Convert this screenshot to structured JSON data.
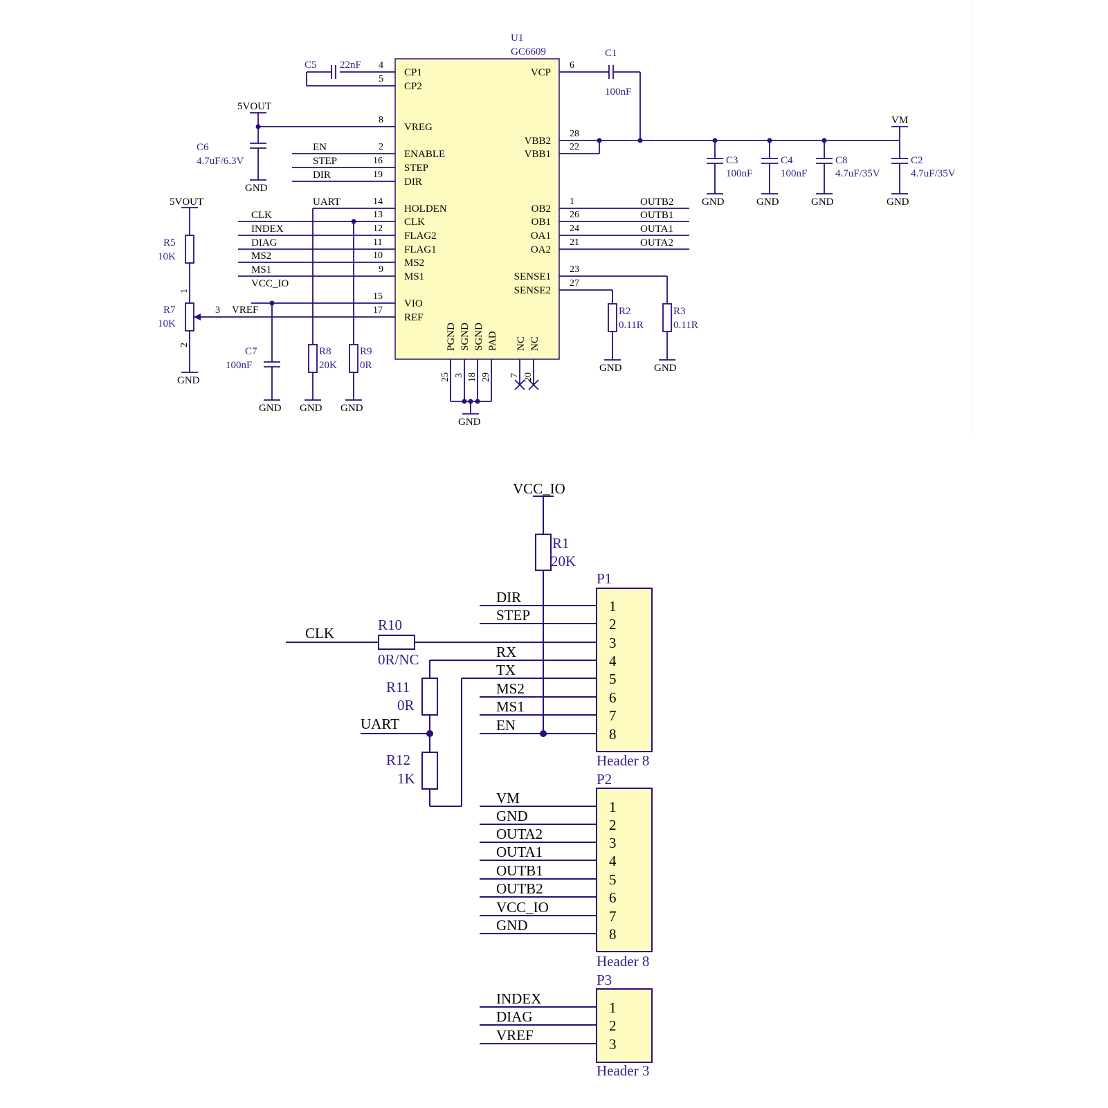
{
  "colors": {
    "wire": "#2e0d7a",
    "chip_fill": "#fdfbbf",
    "text": "#000000",
    "label": "#3a1a8a",
    "background": "#ffffff"
  },
  "u1": {
    "designator": "U1",
    "part": "GC6609",
    "left_pins": [
      {
        "num": "4",
        "name": "CP1"
      },
      {
        "num": "5",
        "name": "CP2"
      },
      {
        "num": "8",
        "name": "VREG"
      },
      {
        "num": "2",
        "name": "ENABLE"
      },
      {
        "num": "16",
        "name": "STEP"
      },
      {
        "num": "19",
        "name": "DIR"
      },
      {
        "num": "14",
        "name": "HOLDEN"
      },
      {
        "num": "13",
        "name": "CLK"
      },
      {
        "num": "12",
        "name": "FLAG2"
      },
      {
        "num": "11",
        "name": "FLAG1"
      },
      {
        "num": "10",
        "name": "MS2"
      },
      {
        "num": "9",
        "name": "MS1"
      },
      {
        "num": "15",
        "name": "VIO"
      },
      {
        "num": "17",
        "name": "REF"
      }
    ],
    "right_pins": [
      {
        "num": "6",
        "name": "VCP"
      },
      {
        "num": "28",
        "name": "VBB2"
      },
      {
        "num": "22",
        "name": "VBB1"
      },
      {
        "num": "1",
        "name": "OB2"
      },
      {
        "num": "26",
        "name": "OB1"
      },
      {
        "num": "24",
        "name": "OA1"
      },
      {
        "num": "21",
        "name": "OA2"
      },
      {
        "num": "23",
        "name": "SENSE1"
      },
      {
        "num": "27",
        "name": "SENSE2"
      }
    ],
    "bottom_pins": [
      {
        "num": "25",
        "name": "PGND"
      },
      {
        "num": "3",
        "name": "SGND"
      },
      {
        "num": "18",
        "name": "SGND"
      },
      {
        "num": "29",
        "name": "PAD"
      },
      {
        "num": "7",
        "name": "NC"
      },
      {
        "num": "20",
        "name": "NC"
      }
    ]
  },
  "components": {
    "c5": {
      "ref": "C5",
      "value": "22nF"
    },
    "c1": {
      "ref": "C1",
      "value": "100nF"
    },
    "c6": {
      "ref": "C6",
      "value": "4.7uF/6.3V"
    },
    "c3": {
      "ref": "C3",
      "value": "100nF"
    },
    "c4": {
      "ref": "C4",
      "value": "100nF"
    },
    "c8": {
      "ref": "C8",
      "value": "4.7uF/35V"
    },
    "c2": {
      "ref": "C2",
      "value": "4.7uF/35V"
    },
    "r5": {
      "ref": "R5",
      "value": "10K"
    },
    "r7": {
      "ref": "R7",
      "value": "10K",
      "pin1": "1",
      "pin2": "2",
      "pin3": "3"
    },
    "c7": {
      "ref": "C7",
      "value": "100nF"
    },
    "r8": {
      "ref": "R8",
      "value": "20K"
    },
    "r9": {
      "ref": "R9",
      "value": "0R"
    },
    "r2": {
      "ref": "R2",
      "value": "0.11R"
    },
    "r3": {
      "ref": "R3",
      "value": "0.11R"
    },
    "r1": {
      "ref": "R1",
      "value": "20K"
    },
    "r10": {
      "ref": "R10",
      "value": "0R/NC"
    },
    "r11": {
      "ref": "R11",
      "value": "0R"
    },
    "r12": {
      "ref": "R12",
      "value": "1K"
    }
  },
  "nets": {
    "v5out": "5VOUT",
    "vm": "VM",
    "gnd": "GND",
    "vcc_io": "VCC_IO",
    "vref": "VREF",
    "uart": "UART",
    "clk": "CLK",
    "index": "INDEX",
    "diag": "DIAG",
    "ms2": "MS2",
    "ms1": "MS1",
    "en": "EN",
    "step": "STEP",
    "dir": "DIR",
    "rx": "RX",
    "tx": "TX",
    "outb2": "OUTB2",
    "outb1": "OUTB1",
    "outa1": "OUTA1",
    "outa2": "OUTA2"
  },
  "headers": {
    "p1": {
      "ref": "P1",
      "type": "Header 8",
      "signals": [
        "DIR",
        "STEP",
        "",
        "RX",
        "TX",
        "MS2",
        "MS1",
        "EN"
      ],
      "pins": [
        "1",
        "2",
        "3",
        "4",
        "5",
        "6",
        "7",
        "8"
      ]
    },
    "p2": {
      "ref": "P2",
      "type": "Header 8",
      "signals": [
        "VM",
        "GND",
        "OUTA2",
        "OUTA1",
        "OUTB1",
        "OUTB2",
        "VCC_IO",
        "GND"
      ],
      "pins": [
        "1",
        "2",
        "3",
        "4",
        "5",
        "6",
        "7",
        "8"
      ]
    },
    "p3": {
      "ref": "P3",
      "type": "Header 3",
      "signals": [
        "INDEX",
        "DIAG",
        "VREF"
      ],
      "pins": [
        "1",
        "2",
        "3"
      ]
    }
  }
}
